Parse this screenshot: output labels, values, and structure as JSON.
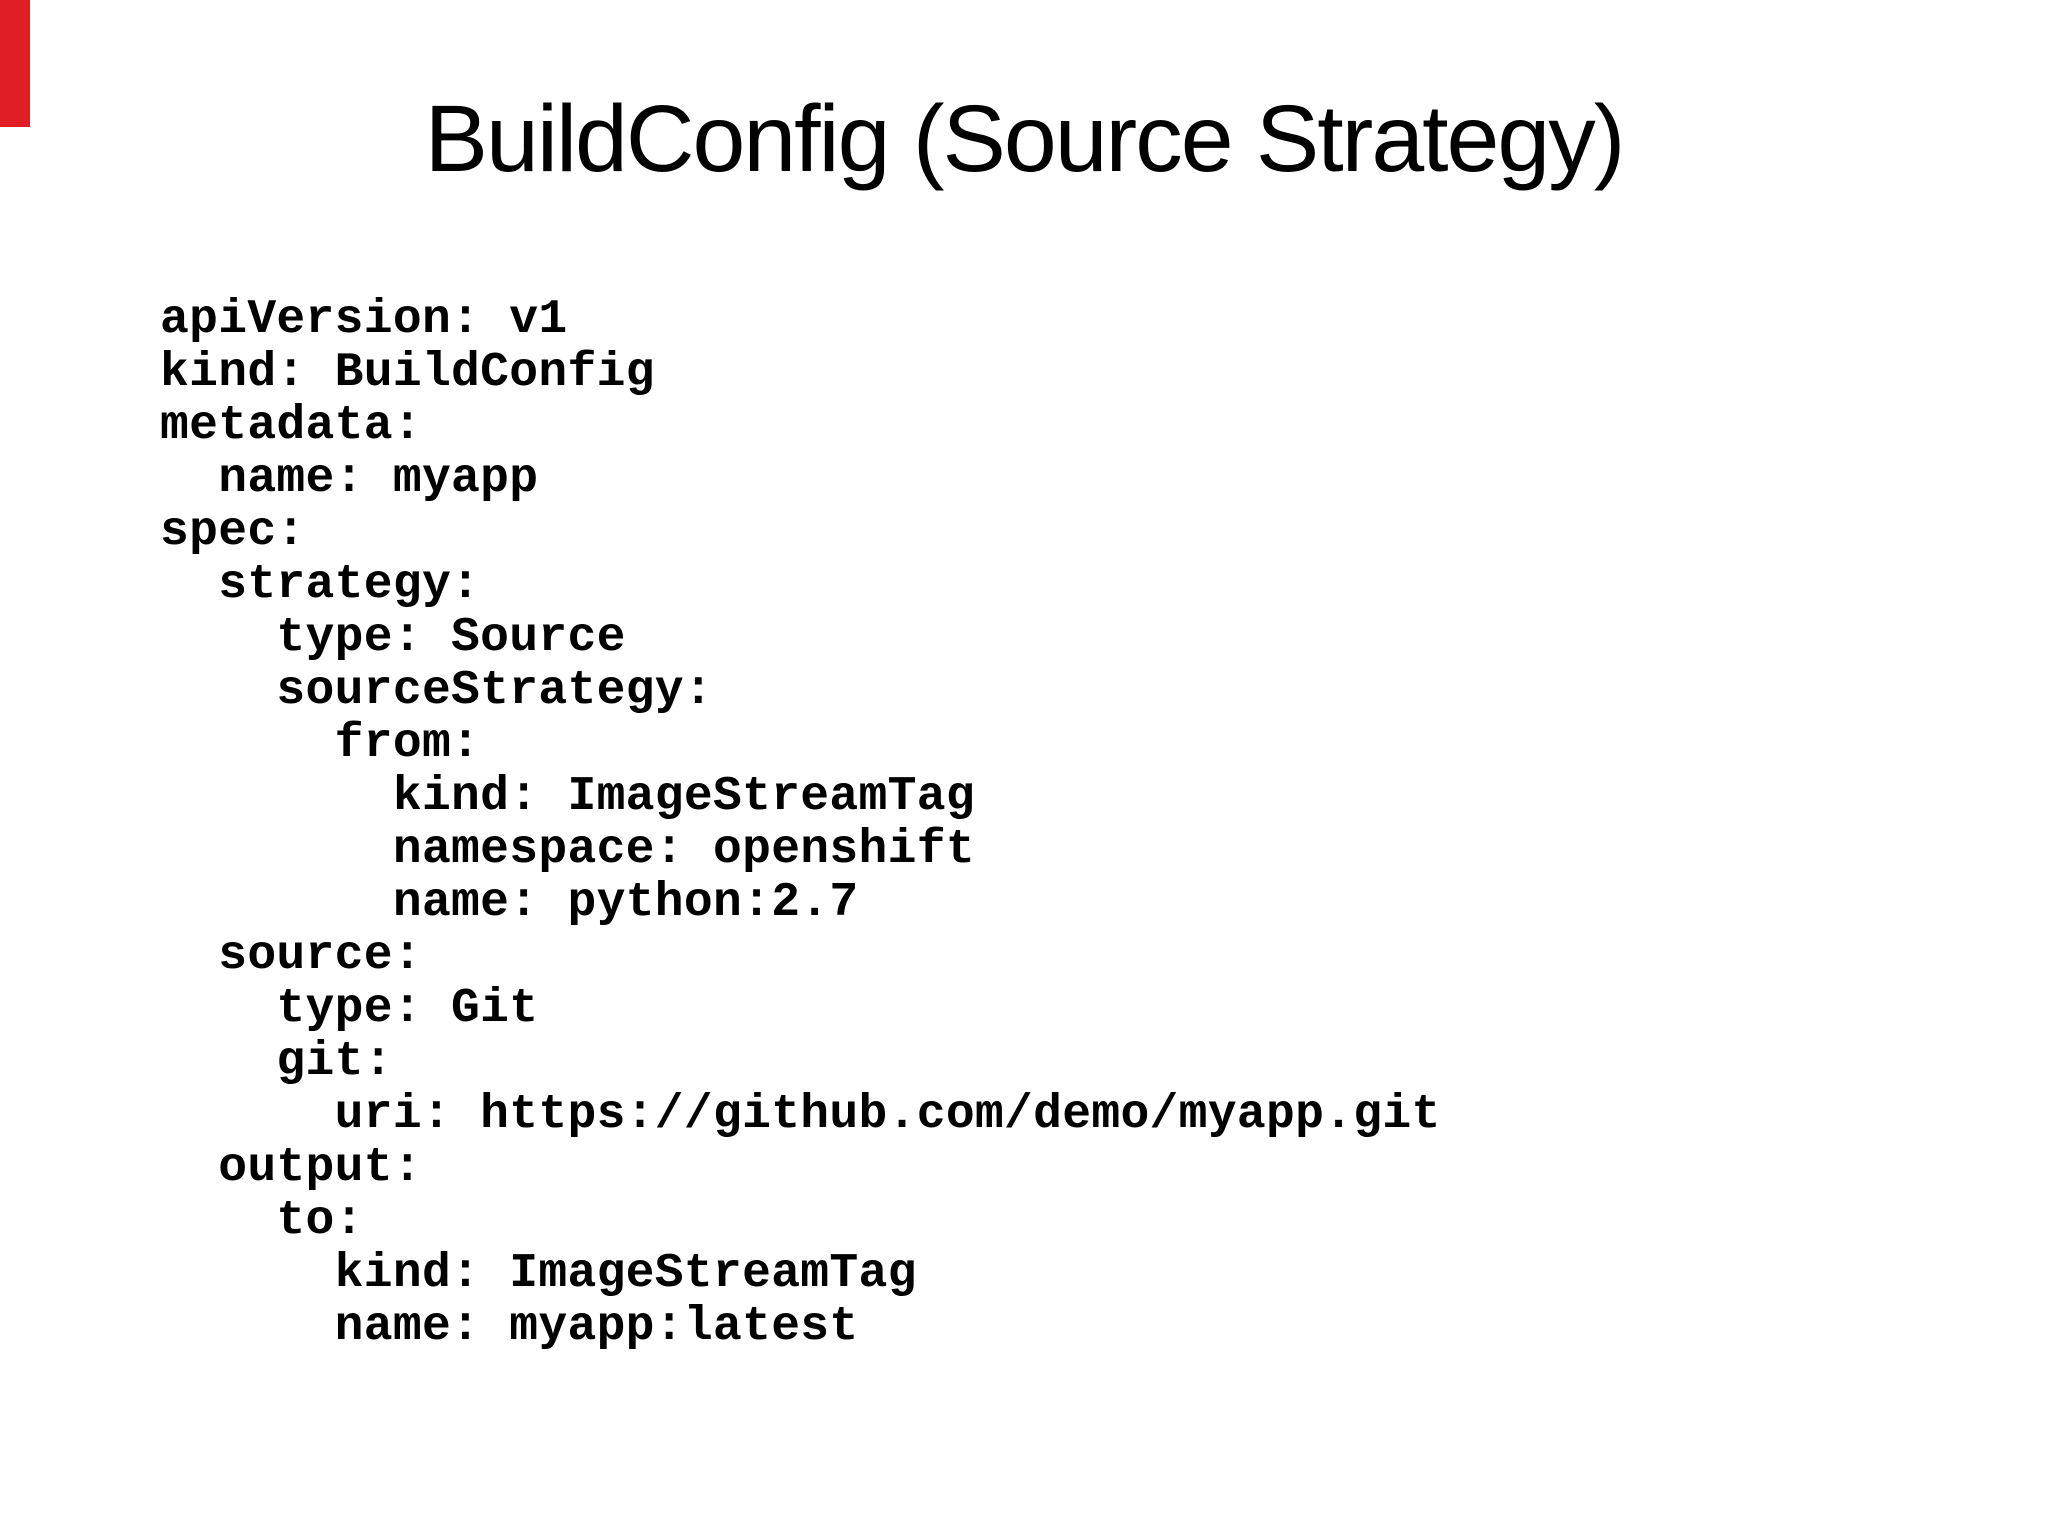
{
  "slide": {
    "title": "BuildConfig (Source Strategy)",
    "code_lines": [
      "apiVersion: v1",
      "kind: BuildConfig",
      "metadata:",
      "  name: myapp",
      "spec:",
      "  strategy:",
      "    type: Source",
      "    sourceStrategy:",
      "      from:",
      "        kind: ImageStreamTag",
      "        namespace: openshift",
      "        name: python:2.7",
      "  source:",
      "    type: Git",
      "    git:",
      "      uri: https://github.com/demo/myapp.git",
      "  output:",
      "    to:",
      "      kind: ImageStreamTag",
      "      name: myapp:latest"
    ]
  },
  "colors": {
    "background": "#ffffff",
    "text": "#000000",
    "edge_marker": "#e11d25"
  }
}
